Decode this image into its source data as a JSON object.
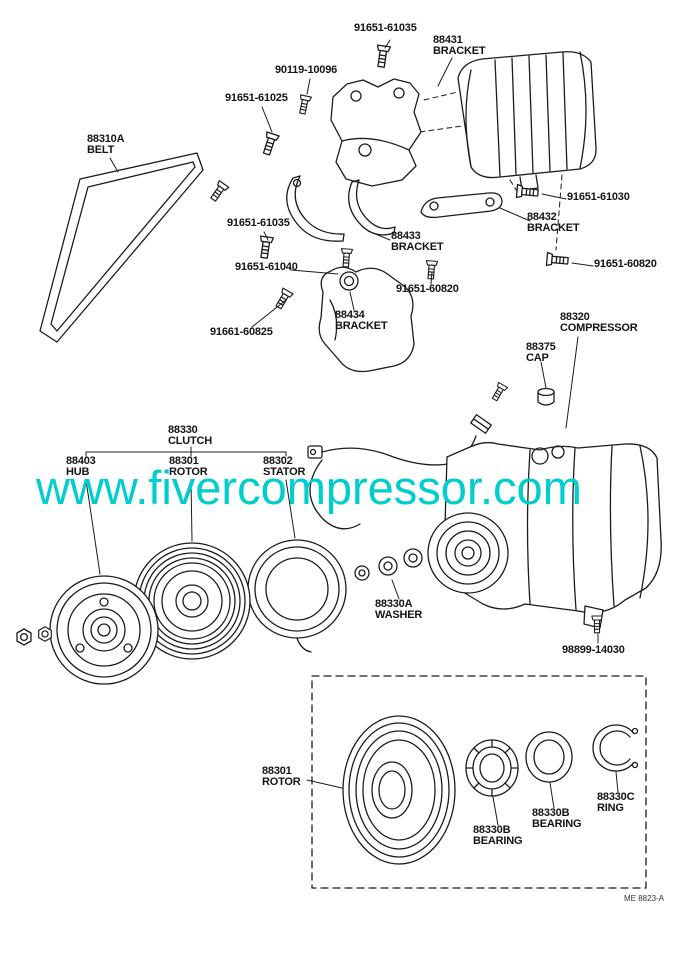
{
  "watermark": {
    "text": "www.fivercompressor.com",
    "color": "#00cdcd"
  },
  "footer": {
    "ref": "ME 8823-A"
  },
  "parts": {
    "bolt_top": {
      "number": "91651-61035"
    },
    "bracket_88431": {
      "number": "88431",
      "desc": "BRACKET"
    },
    "nut_90119": {
      "number": "90119-10096"
    },
    "bolt_61025": {
      "number": "91651-61025"
    },
    "belt": {
      "number": "88310A",
      "desc": "BELT"
    },
    "bolt_61030": {
      "number": "91651-61030"
    },
    "bracket_88432": {
      "number": "88432",
      "desc": "BRACKET"
    },
    "bolt_61035_left": {
      "number": "91651-61035"
    },
    "bracket_88433": {
      "number": "88433",
      "desc": "BRACKET"
    },
    "bolt_61040": {
      "number": "91651-61040"
    },
    "bolt_60820_right": {
      "number": "91651-60820"
    },
    "bolt_60820_mid": {
      "number": "91651-60820"
    },
    "bolt_60825": {
      "number": "91661-60825"
    },
    "bracket_88434": {
      "number": "88434",
      "desc": "BRACKET"
    },
    "compressor": {
      "number": "88320",
      "desc": "COMPRESSOR"
    },
    "cap": {
      "number": "88375",
      "desc": "CAP"
    },
    "clutch": {
      "number": "88330",
      "desc": "CLUTCH"
    },
    "hub": {
      "number": "88403",
      "desc": "HUB"
    },
    "rotor": {
      "number": "88301",
      "desc": "ROTOR"
    },
    "stator": {
      "number": "88302",
      "desc": "STATOR"
    },
    "washer": {
      "number": "88330A",
      "desc": "WASHER"
    },
    "bolt_14030": {
      "number": "98899-14030"
    },
    "rotor_bottom": {
      "number": "88301",
      "desc": "ROTOR"
    },
    "bearing_1": {
      "number": "88330B",
      "desc": "BEARING"
    },
    "bearing_2": {
      "number": "88330B",
      "desc": "BEARING"
    },
    "ring": {
      "number": "88330C",
      "desc": "RING"
    }
  }
}
